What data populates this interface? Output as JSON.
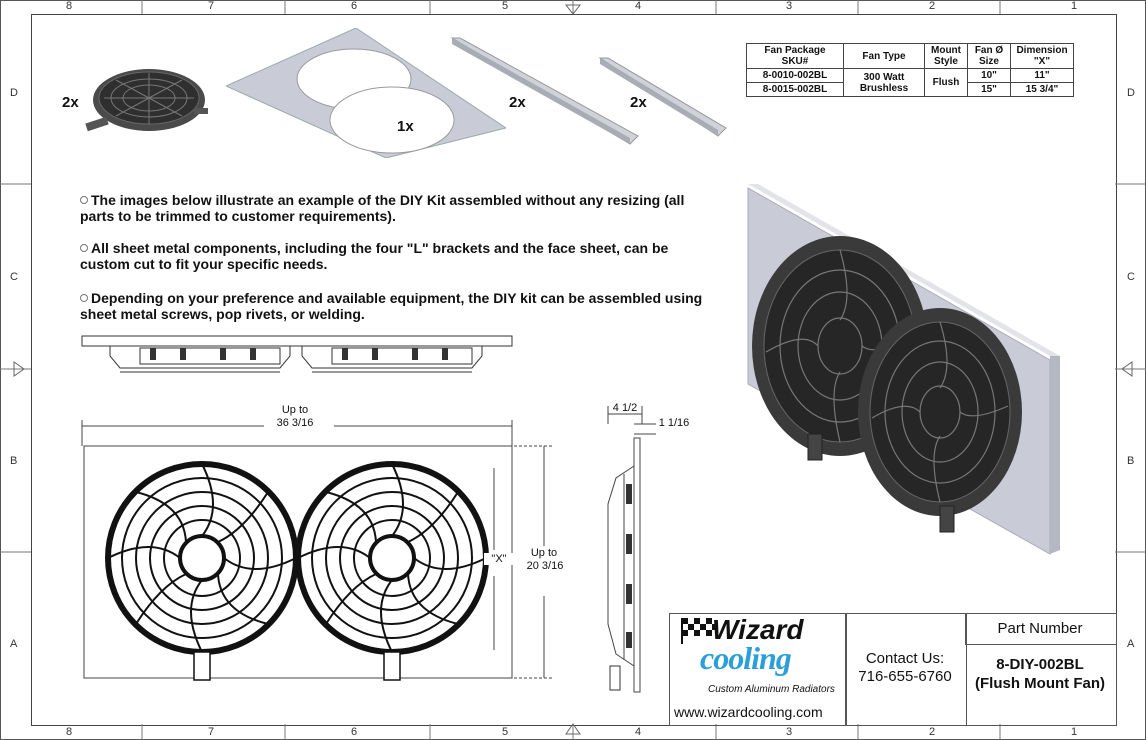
{
  "zones": {
    "top": [
      "8",
      "7",
      "6",
      "5",
      "4",
      "3",
      "2",
      "1"
    ],
    "bottom": [
      "8",
      "7",
      "6",
      "5",
      "4",
      "3",
      "2",
      "1"
    ],
    "left": [
      "D",
      "C",
      "B",
      "A"
    ],
    "right": [
      "D",
      "C",
      "B",
      "A"
    ]
  },
  "parts": {
    "fan_qty": "2x",
    "face_sheet_qty": "1x",
    "bracket_long_qty": "2x",
    "bracket_short_qty": "2x"
  },
  "notes": [
    "The images below illustrate an example of the DIY Kit assembled without any resizing (all parts to be trimmed to customer requirements).",
    "All sheet metal components, including the four \"L\" brackets and the face sheet, can be custom cut to fit your specific needs.",
    "Depending on your preference and available equipment, the DIY kit can be assembled using sheet metal screws, pop rivets, or welding."
  ],
  "table": {
    "headers": [
      "Fan Package SKU#",
      "Fan Type",
      "Mount Style",
      "Fan Ø Size",
      "Dimension \"X\""
    ],
    "rows": [
      {
        "sku": "8-0010-002BL",
        "size": "10\"",
        "dim": "11\""
      },
      {
        "sku": "8-0015-002BL",
        "size": "15\"",
        "dim": "15 3/4\""
      }
    ],
    "fan_type": "300 Watt Brushless",
    "mount_style": "Flush"
  },
  "dimensions": {
    "width_label_1": "Up to",
    "width_value": "36 3/16",
    "height_label_1": "Up to",
    "height_value": "20 3/16",
    "x_label": "\"X\"",
    "depth_total": "4 1/2",
    "depth_sheet": "1 1/16"
  },
  "title_block": {
    "logo_top": "Wizard",
    "logo_bottom": "cooling",
    "logo_tagline": "Custom Aluminum Radiators",
    "website": "www.wizardcooling.com",
    "contact_label": "Contact Us:",
    "phone": "716-655-6760",
    "part_number_label": "Part Number",
    "part_number": "8-DIY-002BL",
    "part_desc": "(Flush Mount Fan)"
  },
  "colors": {
    "logo_blue": "#2a9fd8",
    "sheet_grey": "#c9ccd6",
    "fan_dark": "#3a3a3a"
  }
}
